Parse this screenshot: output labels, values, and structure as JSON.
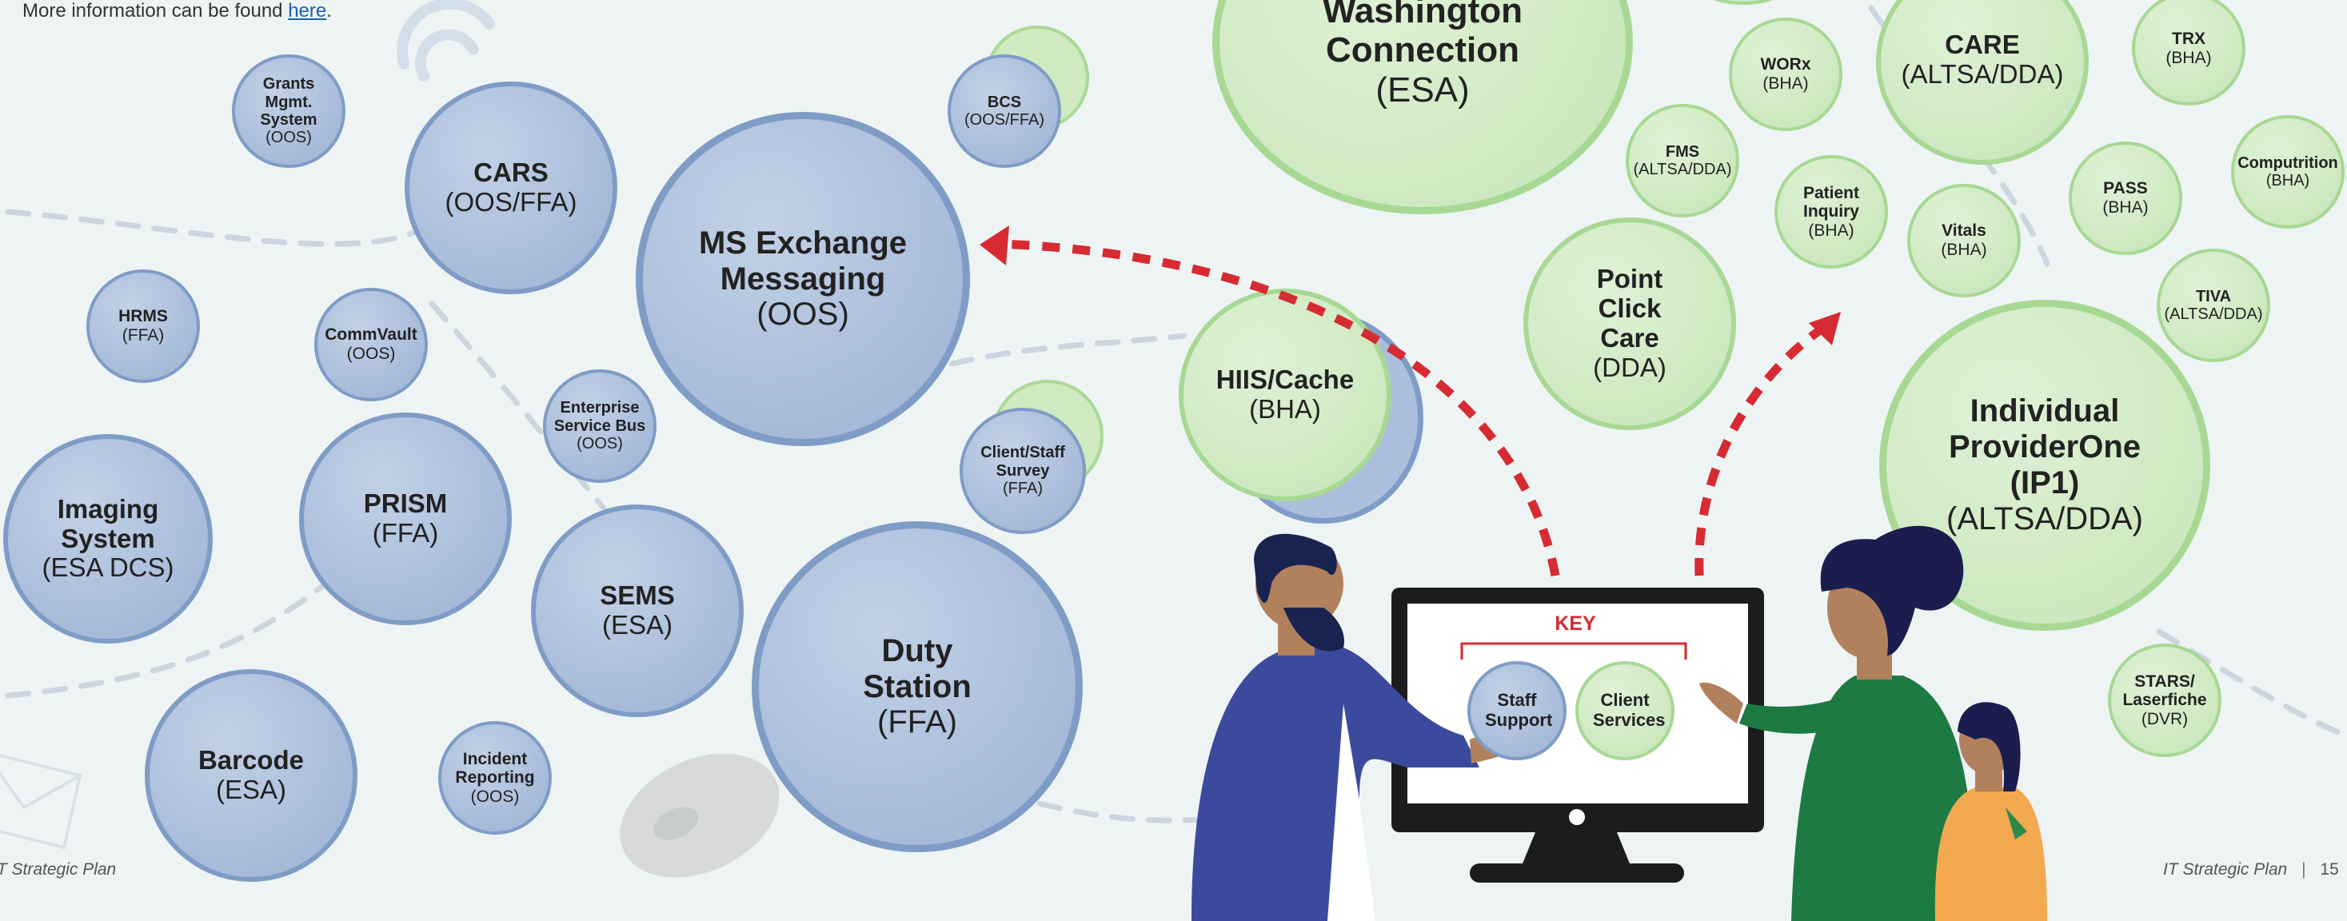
{
  "intro": {
    "text": "More information can be found ",
    "link": "here",
    "end": "."
  },
  "footer": {
    "left": "IT Strategic Plan",
    "right": "IT Strategic Plan",
    "page": "15"
  },
  "key": {
    "title": "KEY",
    "staff": "Staff Support",
    "client": "Client Services"
  },
  "colors": {
    "staff_support": "#abbfdc",
    "client_services": "#d0eac3",
    "arrow": "#d62b32"
  },
  "staff_systems": [
    {
      "id": "grants",
      "name": "Grants Mgmt. System",
      "org": "(OOS)"
    },
    {
      "id": "cars",
      "name": "CARS",
      "org": "(OOS/FFA)"
    },
    {
      "id": "ms-exchange",
      "name": "MS Exchange Messaging",
      "org": "(OOS)"
    },
    {
      "id": "bcs",
      "name": "BCS",
      "org": "(OOS/FFA)"
    },
    {
      "id": "hrms",
      "name": "HRMS",
      "org": "(FFA)"
    },
    {
      "id": "commvault",
      "name": "CommVault",
      "org": "(OOS)"
    },
    {
      "id": "enterprise-bus",
      "name": "Enterprise Service Bus",
      "org": "(OOS)"
    },
    {
      "id": "client-staff-survey",
      "name": "Client/Staff Survey",
      "org": "(FFA)"
    },
    {
      "id": "imaging",
      "name": "Imaging System",
      "org": "(ESA DCS)"
    },
    {
      "id": "prism",
      "name": "PRISM",
      "org": "(FFA)"
    },
    {
      "id": "sems",
      "name": "SEMS",
      "org": "(ESA)"
    },
    {
      "id": "duty-station",
      "name": "Duty Station",
      "org": "(FFA)"
    },
    {
      "id": "barcode",
      "name": "Barcode",
      "org": "(ESA)"
    },
    {
      "id": "incident",
      "name": "Incident Reporting",
      "org": "(OOS)"
    }
  ],
  "client_systems": [
    {
      "id": "washington-connection",
      "name": "Washington Connection",
      "org": "(ESA)"
    },
    {
      "id": "worx",
      "name": "WORx",
      "org": "(BHA)"
    },
    {
      "id": "care",
      "name": "CARE",
      "org": "(ALTSA/DDA)"
    },
    {
      "id": "trx",
      "name": "TRX",
      "org": "(BHA)"
    },
    {
      "id": "fms",
      "name": "FMS",
      "org": "(ALTSA/DDA)"
    },
    {
      "id": "patient-inquiry",
      "name": "Patient Inquiry",
      "org": "(BHA)"
    },
    {
      "id": "vitals",
      "name": "Vitals",
      "org": "(BHA)"
    },
    {
      "id": "pass",
      "name": "PASS",
      "org": "(BHA)"
    },
    {
      "id": "computrition",
      "name": "Computrition",
      "org": "(BHA)"
    },
    {
      "id": "point-click-care",
      "name": "Point Click Care",
      "org": "(DDA)"
    },
    {
      "id": "hiis-cache",
      "name": "HIIS/Cache",
      "org": "(BHA)"
    },
    {
      "id": "tiva",
      "name": "TIVA",
      "org": "(ALTSA/DDA)"
    },
    {
      "id": "individual-providerone",
      "name": "Individual ProviderOne (IP1)",
      "org": "(ALTSA/DDA)"
    },
    {
      "id": "stars-laserfiche",
      "name": "STARS/ Laserfiche",
      "org": "(DVR)"
    }
  ]
}
